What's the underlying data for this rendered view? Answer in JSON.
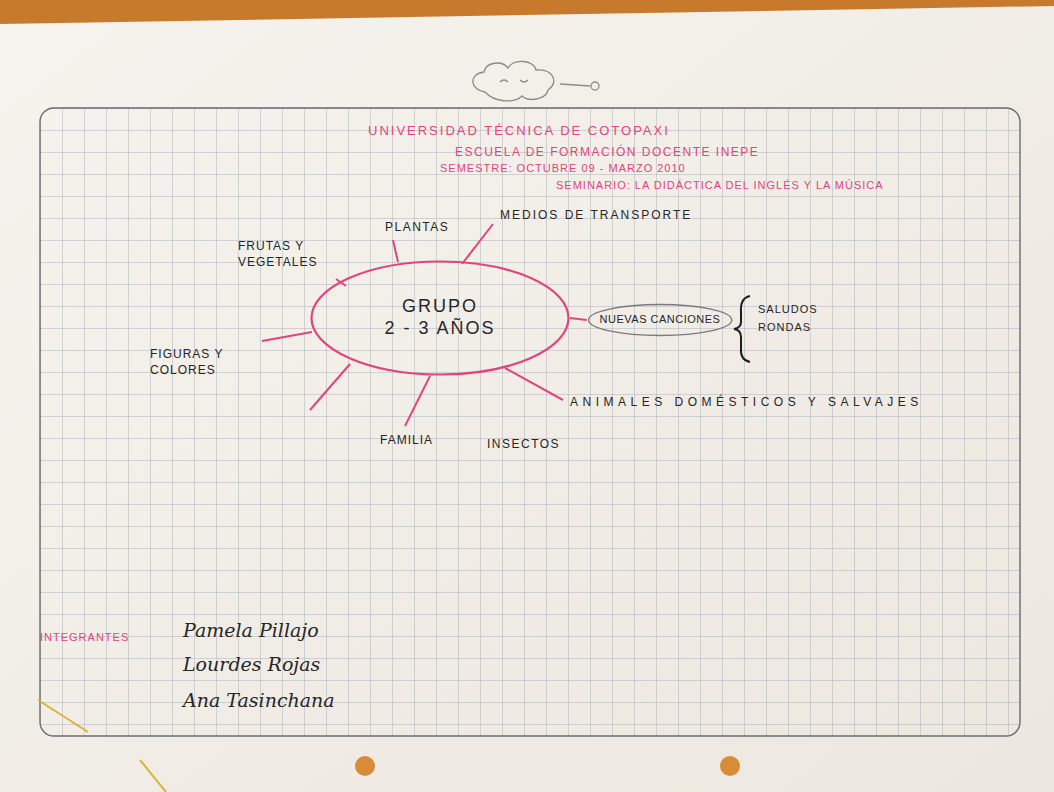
{
  "diagram": {
    "title": "UNIVERSIDAD TÉCNICA DE COTOPAXI",
    "nodes": [
      {
        "text": [
          "GRUPO",
          "2 - 3 AÑOS"
        ]
      },
      {
        "text": [
          "NUEVAS CANCIONES"
        ]
      }
    ],
    "edges": [
      {
        "from": 0,
        "to": 1,
        "arrow": "none"
      }
    ],
    "labels": [
      "ESCUELA DE FORMACIÓN DOCENTE INEPE",
      "SEMESTRE: OCTUBRE 09 - MARZO 2010",
      "SEMINARIO: LA DIDÁCTICA DEL INGLÉS Y LA MÚSICA",
      "PLANTAS",
      "MEDIOS DE TRANSPORTE",
      "FRUTAS Y VEGETALES",
      "FIGURAS Y COLORES",
      "FAMILIA",
      "INSECTOS",
      "ANIMALES DOMÉSTICOS Y SALVAJES",
      "SALUDOS",
      "RONDAS",
      "INTEGRANTES",
      "Pamela Pillajo",
      "Lourdes Rojas",
      "Ana Tasinchana"
    ]
  }
}
